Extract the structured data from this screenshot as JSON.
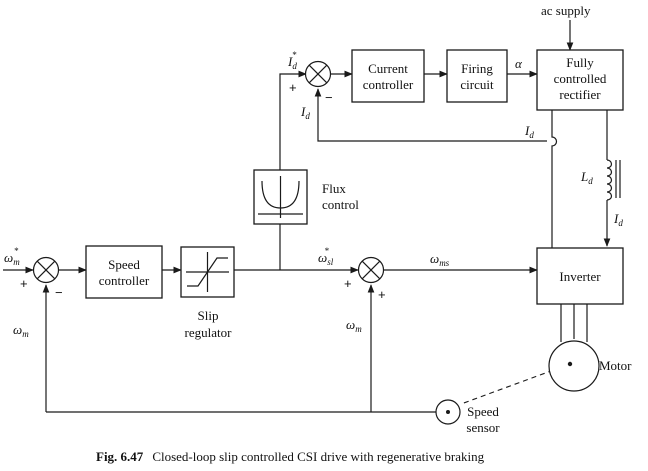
{
  "blocks": {
    "current_controller": [
      "Current",
      "controller"
    ],
    "firing_circuit": [
      "Firing",
      "circuit"
    ],
    "rectifier": [
      "Fully",
      "controlled",
      "rectifier"
    ],
    "speed_controller": [
      "Speed",
      "controller"
    ],
    "inverter": "Inverter"
  },
  "labels": {
    "ac_supply": "ac supply",
    "flux_control": [
      "Flux",
      "control"
    ],
    "slip_regulator": [
      "Slip",
      "regulator"
    ],
    "motor": "Motor",
    "speed_sensor": [
      "Speed",
      "sensor"
    ],
    "alpha": "α"
  },
  "symbols": {
    "omega": "ω",
    "I": "I",
    "L": "L",
    "star": "*",
    "sub_m": "m",
    "sub_sl": "sl",
    "sub_ms": "ms",
    "sub_d": "d"
  },
  "signs": {
    "plus": "+",
    "minus": "−"
  },
  "caption": {
    "number": "Fig. 6.47",
    "text": "Closed-loop slip controlled CSI drive with regenerative braking"
  }
}
